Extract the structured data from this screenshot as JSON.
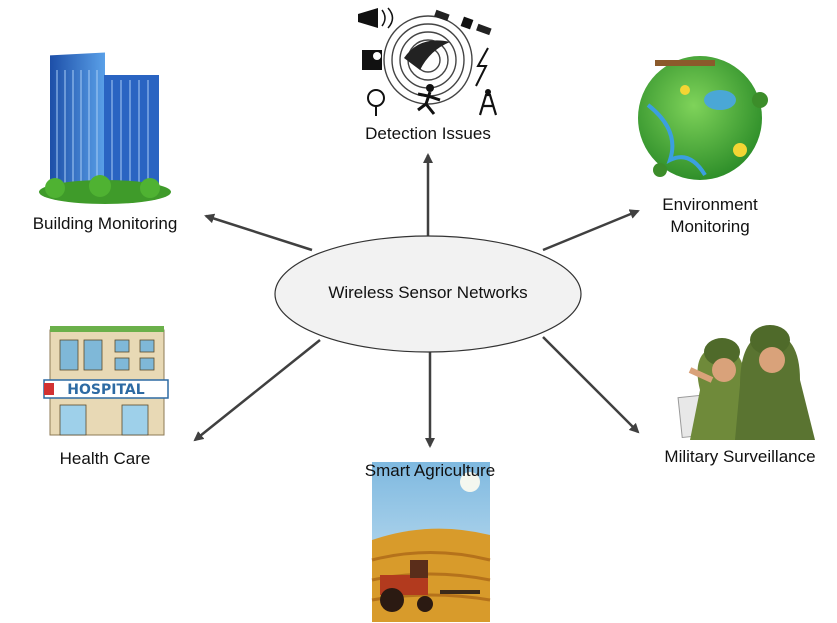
{
  "center": {
    "label": "Wireless Sensor Networks"
  },
  "applications": {
    "detection": {
      "label": "Detection Issues",
      "icon": "detection-collage-icon"
    },
    "building": {
      "label": "Building Monitoring",
      "icon": "office-buildings-icon"
    },
    "environment": {
      "label_line1": "Environment",
      "label_line2": "Monitoring",
      "icon": "earth-globe-icon"
    },
    "health": {
      "label": "Health Care",
      "icon": "hospital-building-icon"
    },
    "military": {
      "label": "Military Surveillance",
      "icon": "soldiers-icon"
    },
    "agriculture": {
      "label": "Smart Agriculture",
      "icon": "tractor-field-icon"
    }
  },
  "colors": {
    "arrow": "#404040",
    "ellipse_fill": "#f2f2f2",
    "ellipse_stroke": "#333333"
  }
}
